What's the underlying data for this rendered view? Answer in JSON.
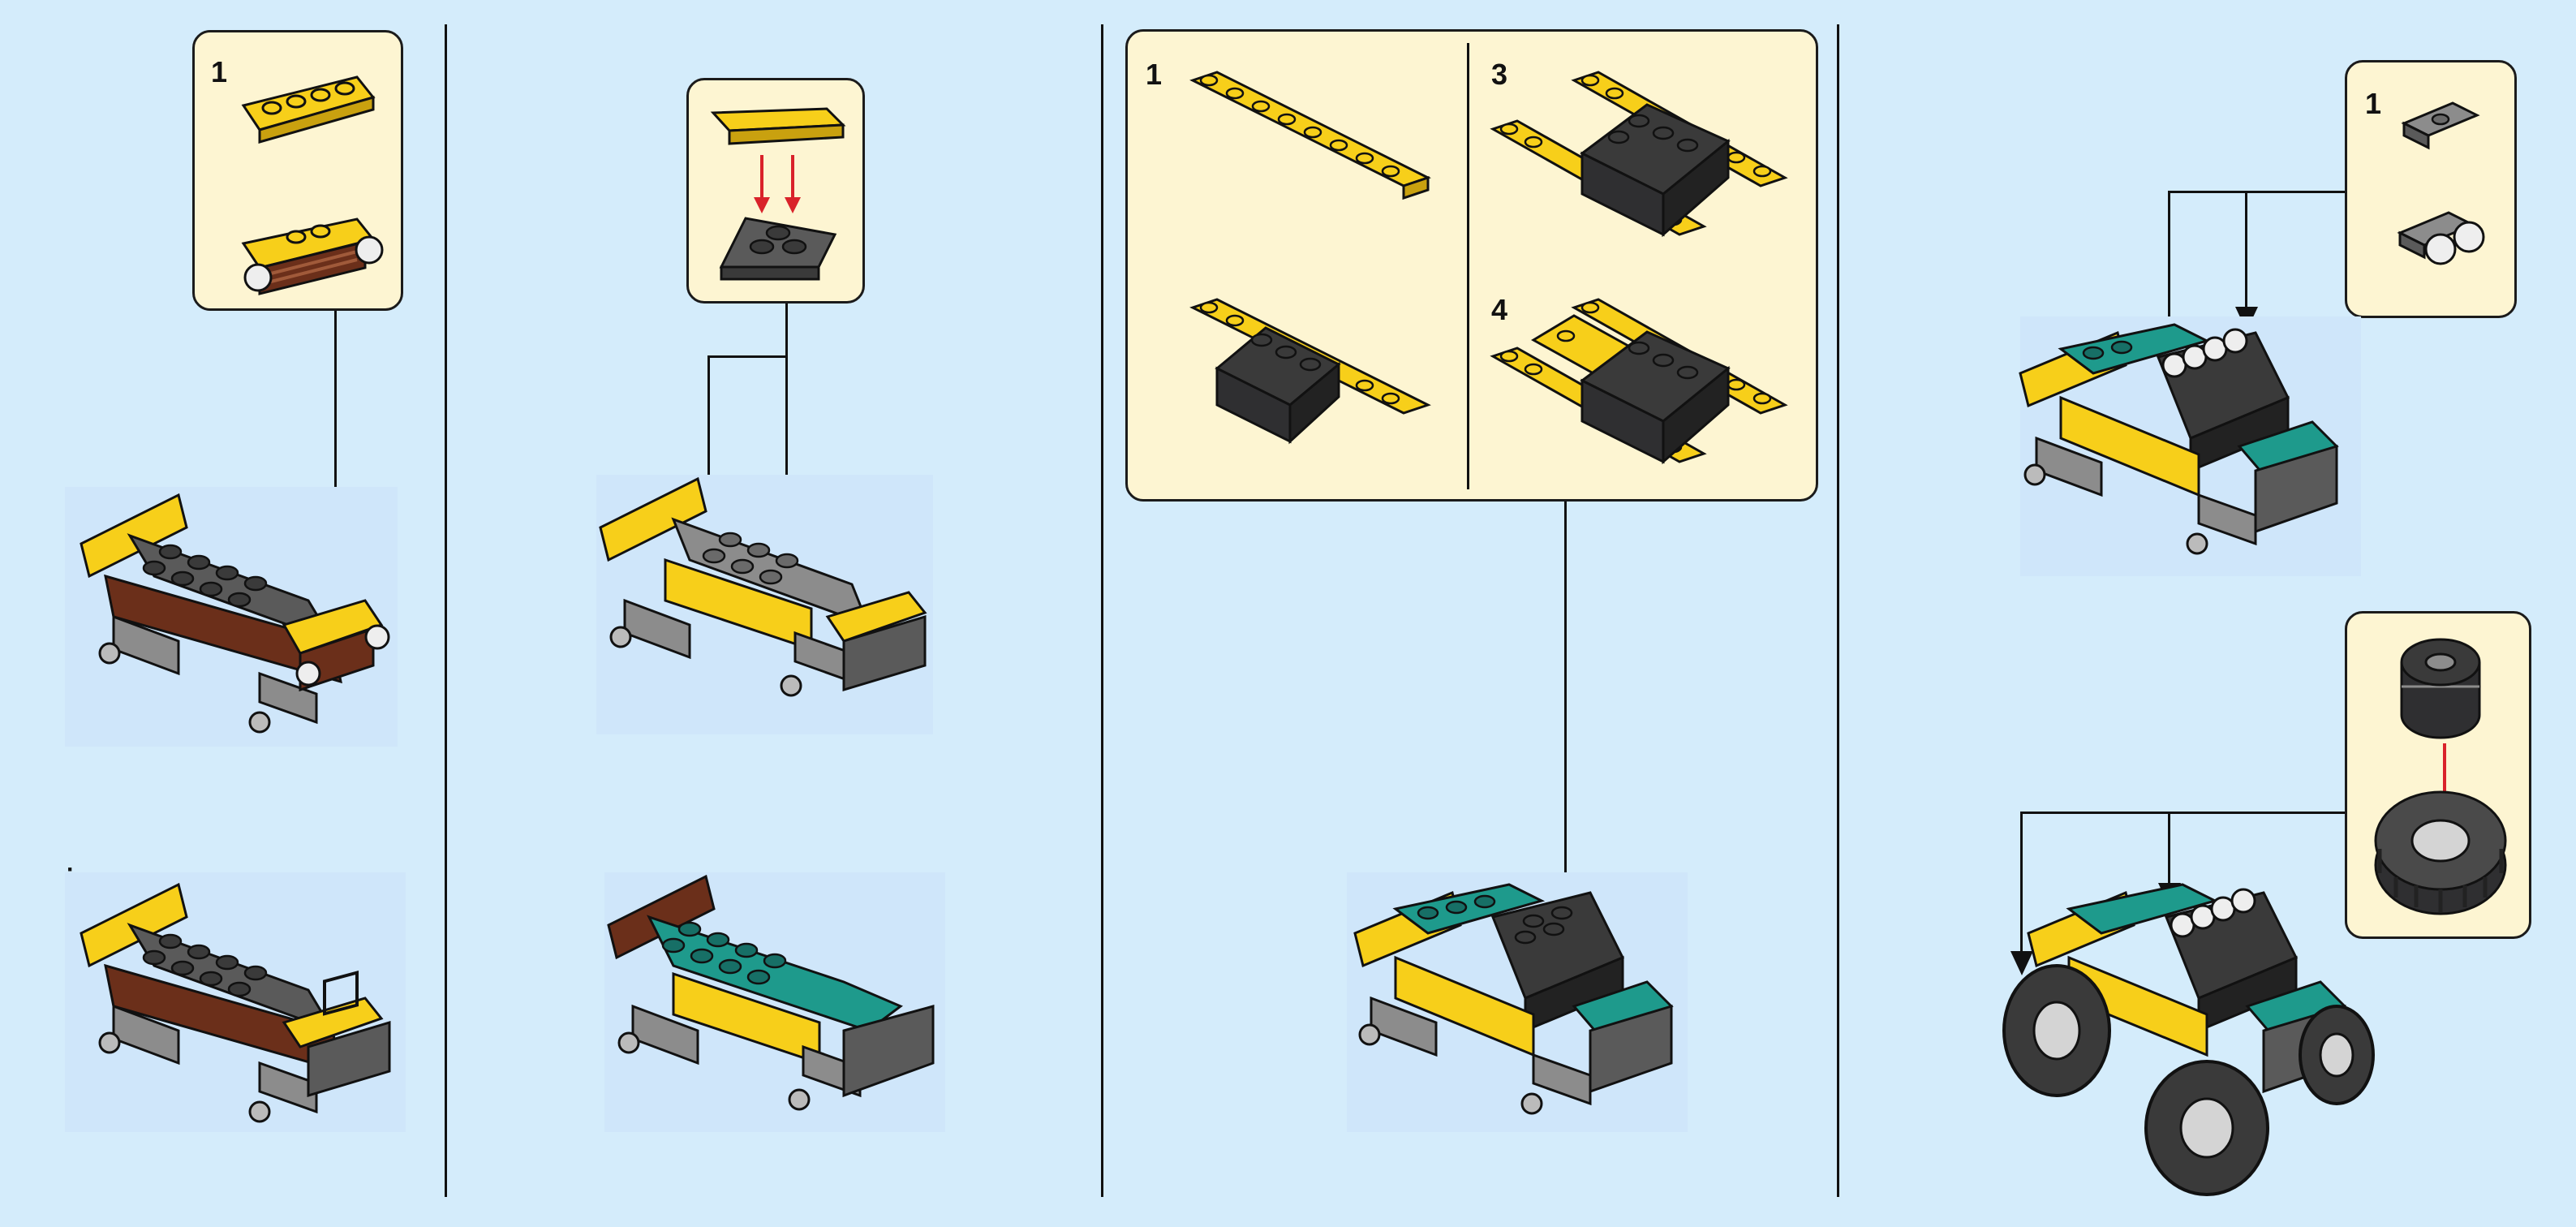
{
  "page": {
    "background": "#d4ecfb",
    "callout_background": "#fdf5d2",
    "colors": {
      "yellow": "#f7cf1a",
      "dark_gray": "#2f2f31",
      "medium_gray": "#8c8c8c",
      "teal": "#1e9a8c",
      "brown": "#6b2f1a",
      "arrow_red": "#d9222a",
      "outline": "#111111"
    }
  },
  "panels": [
    {
      "callout": {
        "substeps": [
          {
            "number": "1"
          }
        ],
        "parts": [
          "yellow-plate-icon",
          "headlight-grille-icon"
        ]
      },
      "models": [
        "car-chassis-icon",
        "car-chassis-icon"
      ],
      "models_extra_label": "·"
    },
    {
      "callout": {
        "substeps": [],
        "parts": [
          "yellow-tile-icon",
          "gray-wedge-plate-icon"
        ]
      },
      "models": [
        "car-chassis-icon",
        "car-teal-body-icon"
      ]
    },
    {
      "callout": {
        "substeps": [
          {
            "number": "1"
          },
          {
            "number": "3"
          },
          {
            "number": "4"
          }
        ],
        "parts": [
          "long-yellow-plate-icon",
          "black-slope-plate-icon",
          "roof-assembly-icon",
          "roof-assembly-icon"
        ]
      },
      "models": [
        "car-with-roof-icon"
      ]
    },
    {
      "callouts": [
        {
          "substeps": [
            {
              "number": "1"
            }
          ],
          "parts": [
            "headlight-bracket-icon",
            "headlight-bracket-icon"
          ]
        },
        {
          "substeps": [],
          "parts": [
            "wheel-rim-icon",
            "tire-icon"
          ]
        }
      ],
      "models": [
        "car-with-lights-icon",
        "monster-truck-icon"
      ]
    }
  ]
}
